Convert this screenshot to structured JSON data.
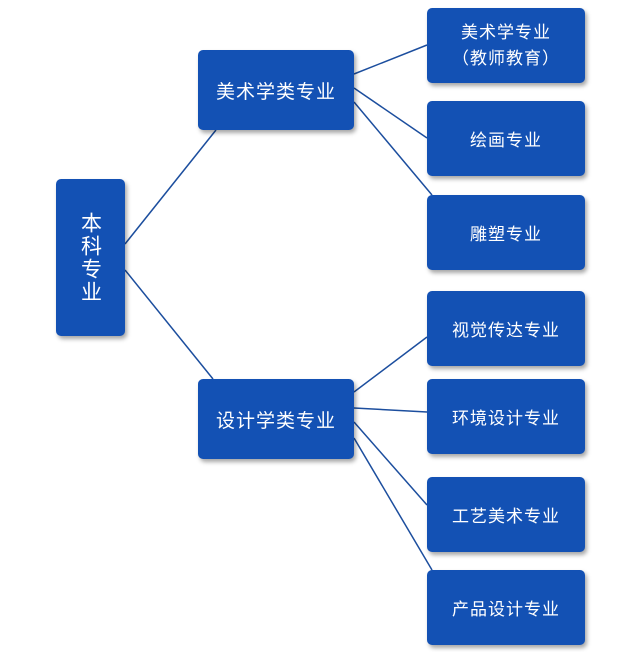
{
  "root": {
    "label": "本科专业"
  },
  "categories": [
    {
      "label": "美术学类专业",
      "majors": [
        {
          "line1": "美术学专业",
          "line2": "（教师教育）"
        },
        {
          "line1": "绘画专业"
        },
        {
          "line1": "雕塑专业"
        }
      ]
    },
    {
      "label": "设计学类专业",
      "majors": [
        {
          "line1": "视觉传达专业"
        },
        {
          "line1": "环境设计专业"
        },
        {
          "line1": "工艺美术专业"
        },
        {
          "line1": "产品设计专业"
        }
      ]
    }
  ],
  "colors": {
    "box": "#1351b4",
    "line": "#1c4e9e",
    "text": "#ffffff"
  }
}
